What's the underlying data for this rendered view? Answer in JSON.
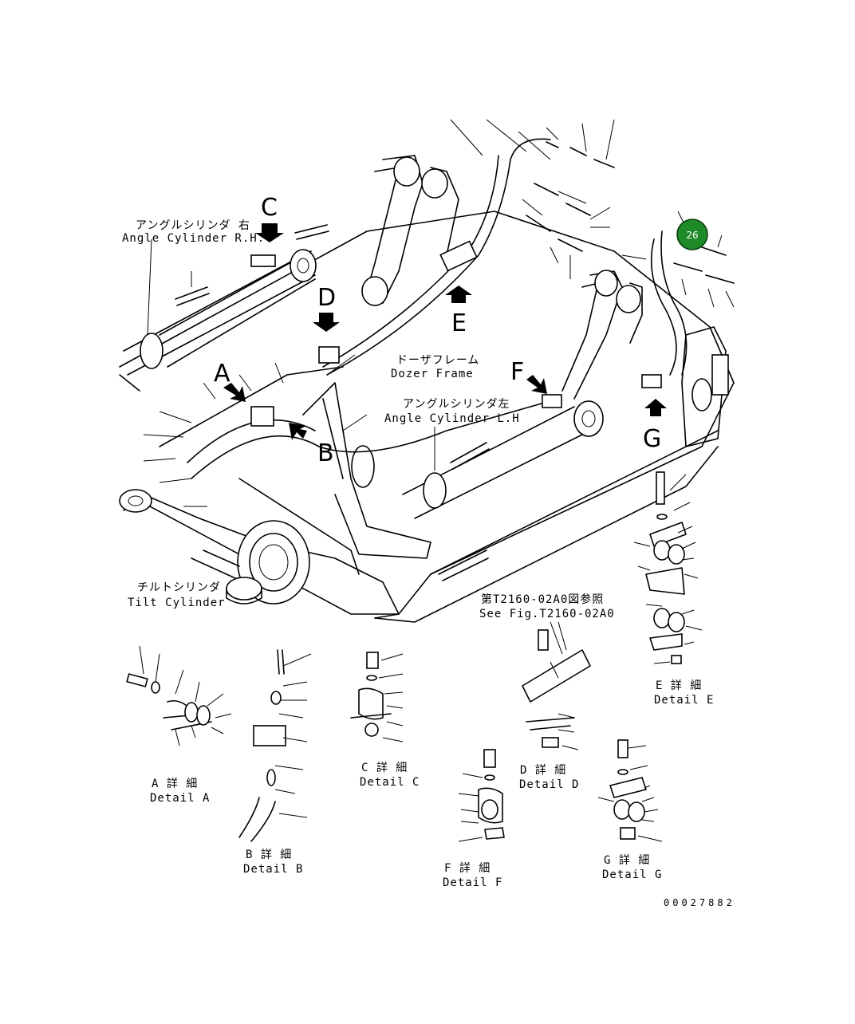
{
  "labels": {
    "angle_cyl_rh_jp": "アングルシリンダ 右",
    "angle_cyl_rh_en": "Angle Cylinder R.H.",
    "angle_cyl_lh_jp": "アングルシリンダ左",
    "angle_cyl_lh_en": "Angle Cylinder L.H",
    "dozer_frame_jp": "ドーザフレーム",
    "dozer_frame_en": "Dozer Frame",
    "tilt_cyl_jp": "チルトシリンダ",
    "tilt_cyl_en": "Tilt Cylinder",
    "see_fig_jp": "第T2160-02A0図参照",
    "see_fig_en": "See Fig.T2160-02A0"
  },
  "view_letters": {
    "a": "A",
    "b": "B",
    "c": "C",
    "d": "D",
    "e": "E",
    "f": "F",
    "g": "G"
  },
  "details": {
    "a_jp": "A 詳 細",
    "a_en": "Detail A",
    "b_jp": "B 詳 細",
    "b_en": "Detail B",
    "c_jp": "C 詳 細",
    "c_en": "Detail C",
    "d_jp": "D 詳 細",
    "d_en": "Detail D",
    "e_jp": "E 詳 細",
    "e_en": "Detail E",
    "f_jp": "F 詳 細",
    "f_en": "Detail F",
    "g_jp": "G 詳 細",
    "g_en": "Detail G"
  },
  "callout": {
    "number": "26",
    "color": "#1e8a28"
  },
  "figure_number": "00027882"
}
